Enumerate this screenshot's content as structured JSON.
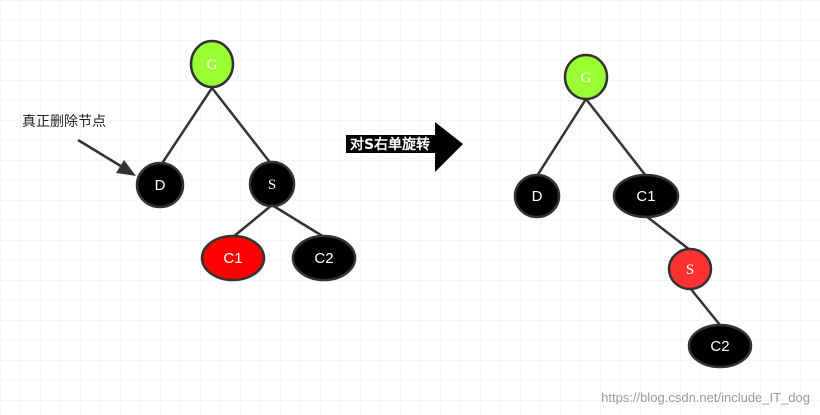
{
  "colors": {
    "root_fill": "#99ff33",
    "black_fill": "#000000",
    "red_fill": "#ff0000",
    "red_fill_light": "#ff3333",
    "stroke": "#333333",
    "grid": "#e6e6e6"
  },
  "annotation": {
    "label": "真正删除节点"
  },
  "operation": {
    "label": "对S右单旋转"
  },
  "before_tree": {
    "nodes": {
      "G": "G",
      "D": "D",
      "S": "S",
      "C1": "C1",
      "C2": "C2"
    }
  },
  "after_tree": {
    "nodes": {
      "G": "G",
      "D": "D",
      "C1": "C1",
      "S": "S",
      "C2": "C2"
    }
  },
  "watermark": "https://blog.csdn.net/include_IT_dog"
}
